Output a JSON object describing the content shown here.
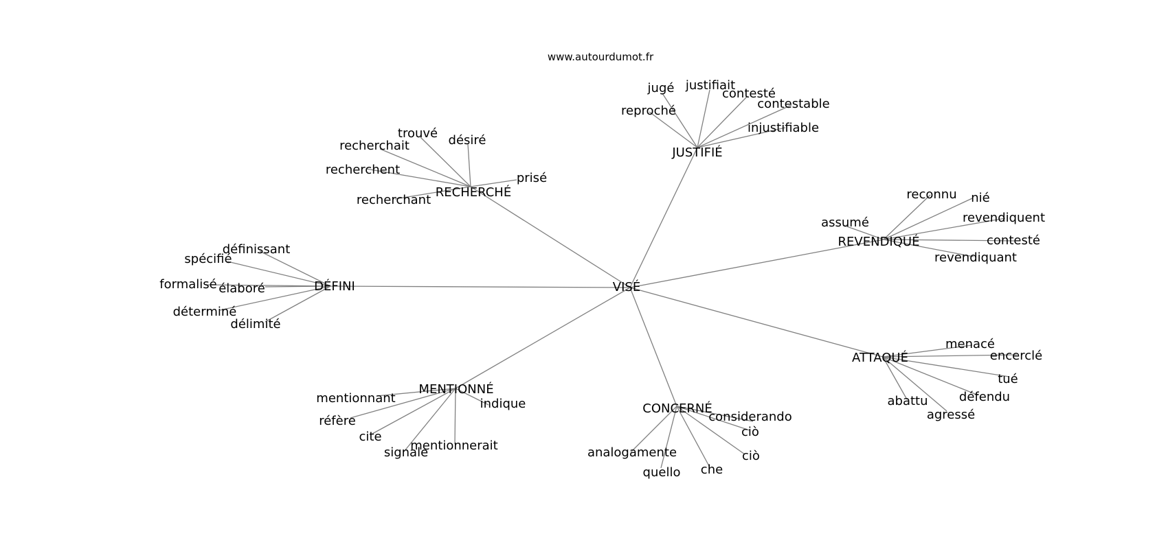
{
  "site": "www.autourdumot.fr",
  "center": "VISÉ",
  "clusters": [
    {
      "id": "recherche",
      "label": "RECHERCHÉ",
      "words": [
        "trouvé",
        "désiré",
        "recherchait",
        "recherchent",
        "prisé",
        "recherchant"
      ]
    },
    {
      "id": "justifie",
      "label": "JUSTIFIÉ",
      "words": [
        "jugé",
        "justifiait",
        "contesté",
        "contestable",
        "reproché",
        "injustifiable"
      ]
    },
    {
      "id": "revendique",
      "label": "REVENDIQUÉ",
      "words": [
        "reconnu",
        "nié",
        "revendiquent",
        "assumé",
        "contesté",
        "revendiquant"
      ]
    },
    {
      "id": "defini",
      "label": "DÉFINI",
      "words": [
        "définissant",
        "spécifié",
        "formalisé",
        "élaboré",
        "déterminé",
        "délimité"
      ]
    },
    {
      "id": "attaque",
      "label": "ATTAQUÉ",
      "words": [
        "menacé",
        "encerclé",
        "tué",
        "défendu",
        "abattu",
        "agressé"
      ]
    },
    {
      "id": "mentionne",
      "label": "MENTIONNÉ",
      "words": [
        "mentionnant",
        "indique",
        "réfère",
        "cite",
        "mentionnerait",
        "signale"
      ]
    },
    {
      "id": "concerne",
      "label": "CONCERNÉ",
      "words": [
        "considerando",
        "ciò",
        "ciò",
        "analogamente",
        "quello",
        "che"
      ]
    }
  ]
}
